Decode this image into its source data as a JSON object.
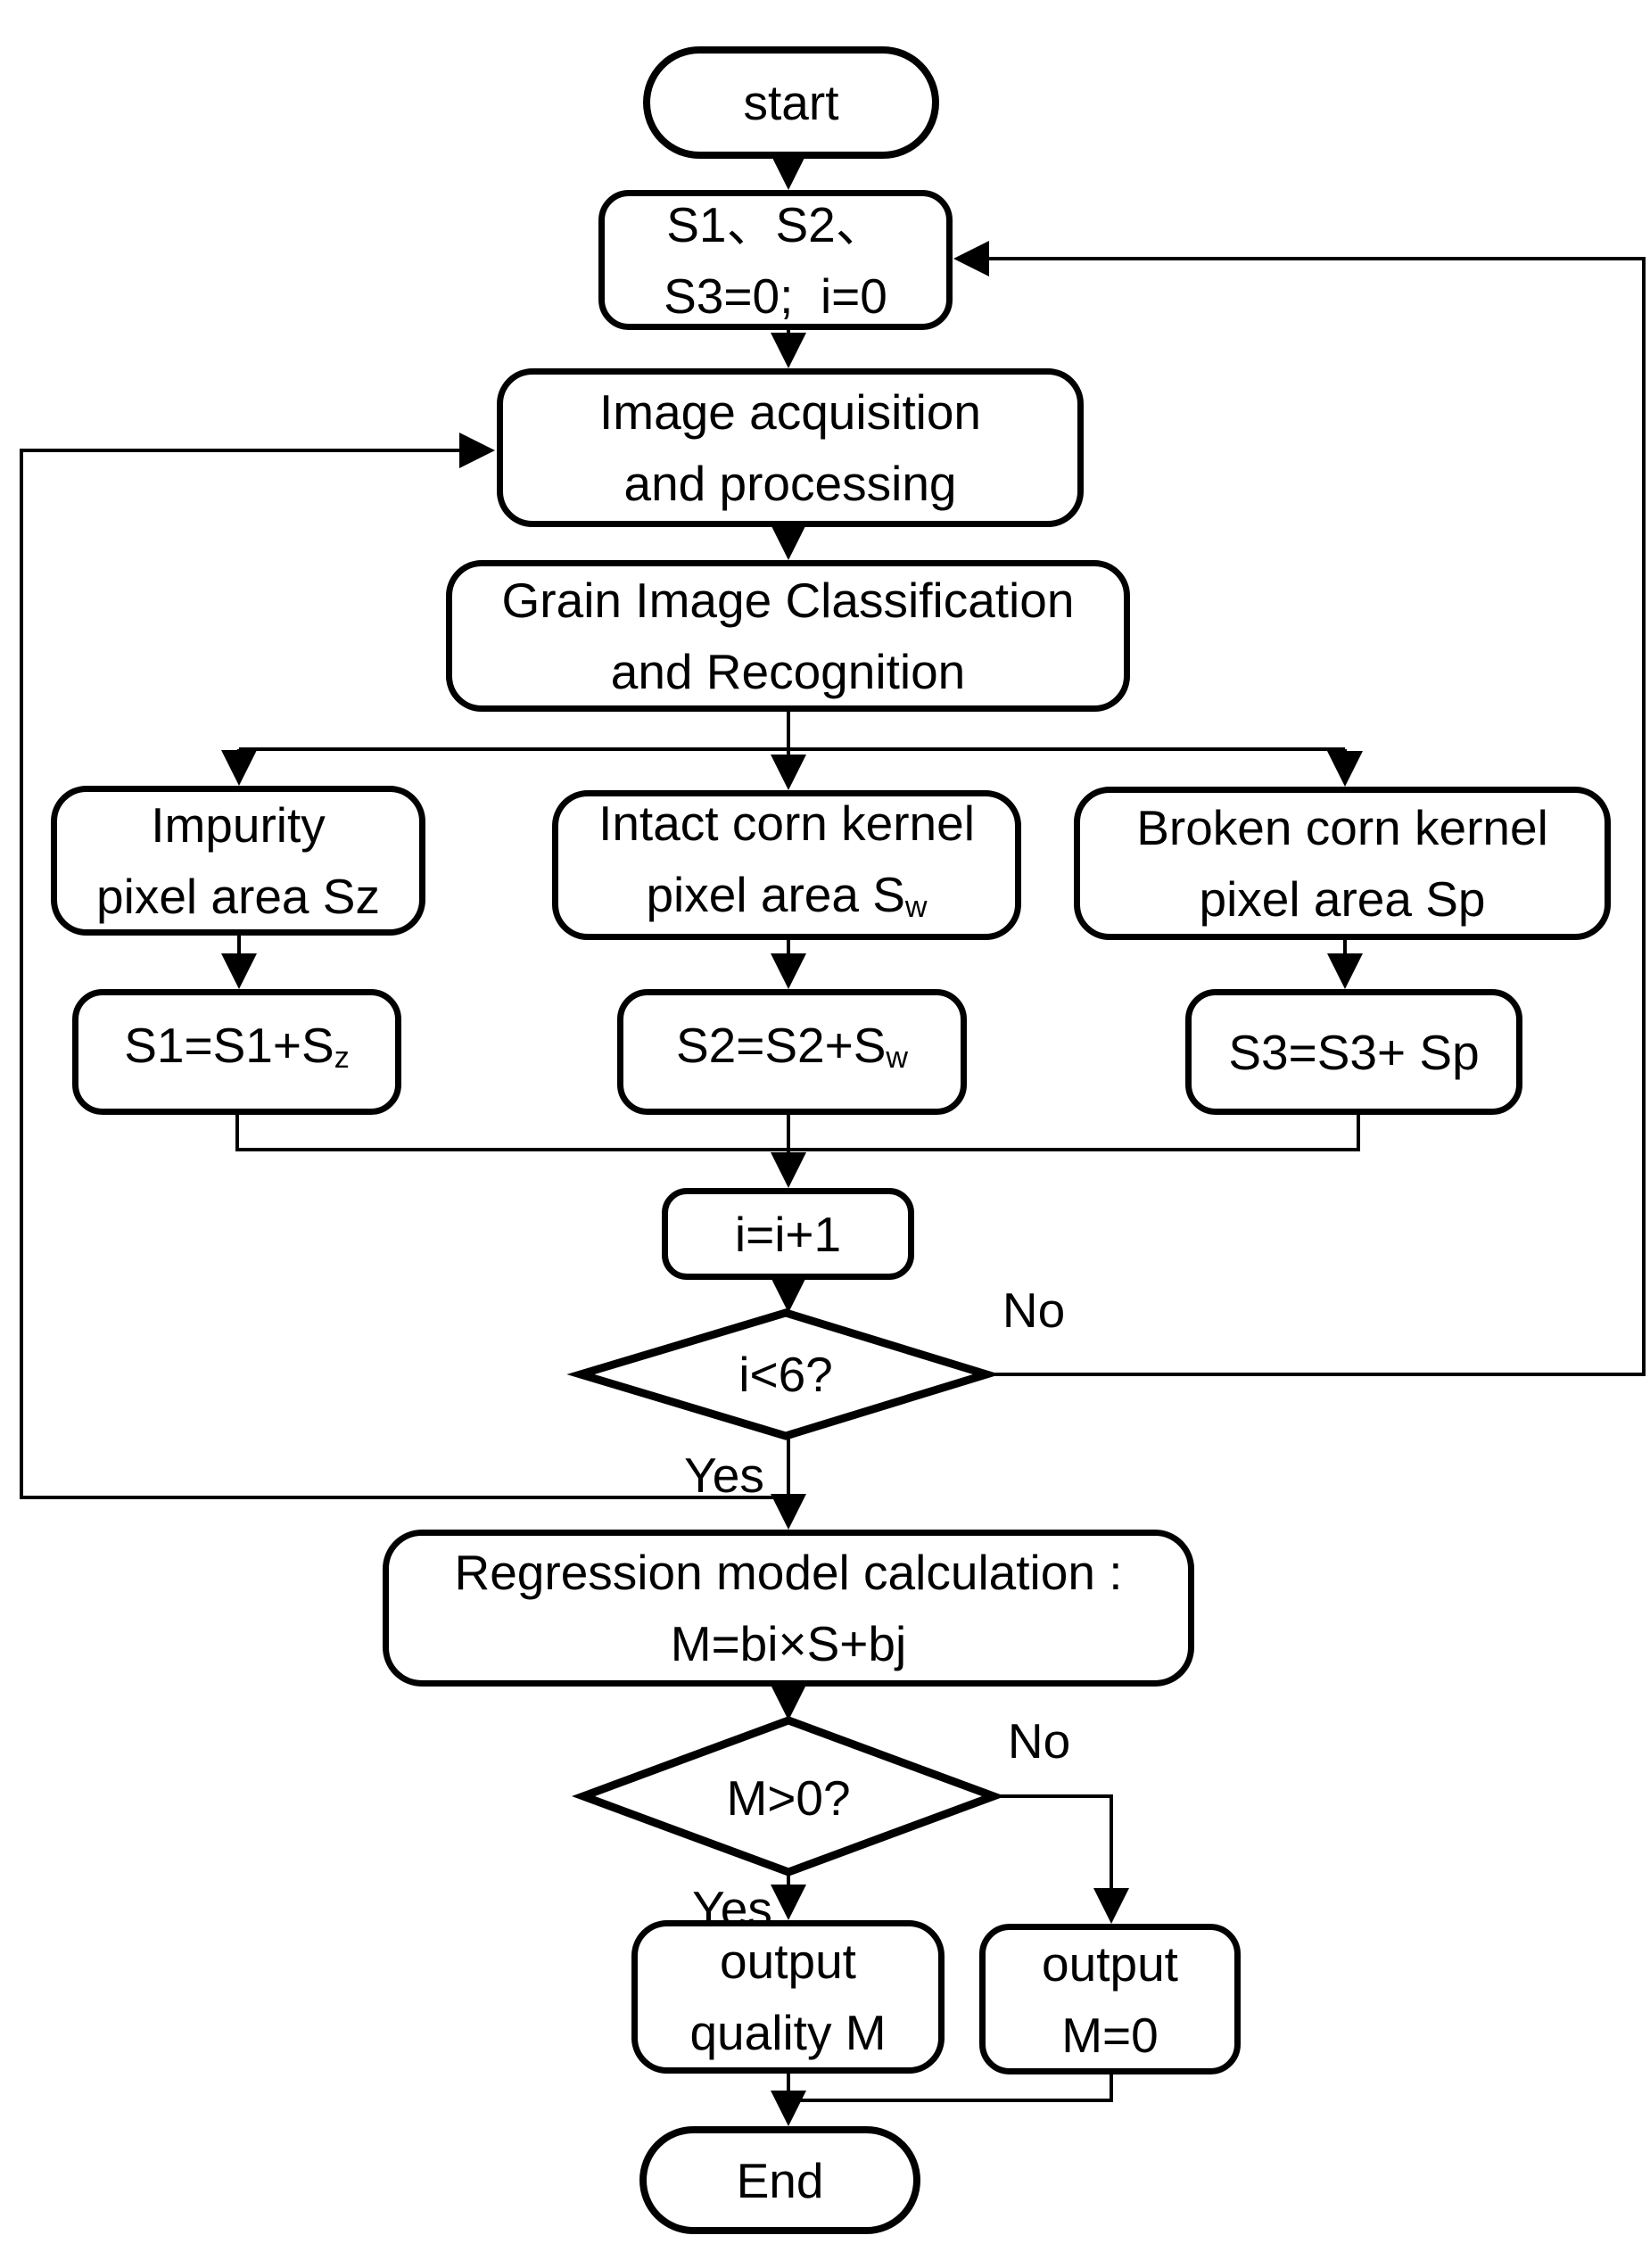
{
  "nodes": {
    "start": {
      "label": "start"
    },
    "init": {
      "line1": "S1、S2、",
      "line2": "S3=0;  i=0"
    },
    "acquire": {
      "line1": "Image acquisition",
      "line2": "and processing"
    },
    "classify": {
      "line1": "Grain Image Classification",
      "line2": "and Recognition"
    },
    "impurity": {
      "line1": "Impurity",
      "line2": "pixel area Sz"
    },
    "intact": {
      "line1": "Intact corn kernel",
      "line2_pre": "pixel area S",
      "line2_sub": "w"
    },
    "broken": {
      "line1": "Broken corn kernel",
      "line2": "pixel area Sp"
    },
    "sum1": {
      "pre": "S1=S1+S",
      "sub": "z"
    },
    "sum2": {
      "pre": "S2=S2+S",
      "sub": "w"
    },
    "sum3": {
      "label": "S3=S3+ Sp"
    },
    "increment": {
      "label": "i=i+1"
    },
    "loop_decision": {
      "label": "i<6?"
    },
    "regression": {
      "line1": "Regression model calculation :",
      "line2": "M=bi×S+bj"
    },
    "quality_decision": {
      "label": "M>0?"
    },
    "output_quality": {
      "line1": "output",
      "line2": "quality M"
    },
    "output_zero": {
      "line1": "output",
      "line2": "M=0"
    },
    "end": {
      "label": "End"
    }
  },
  "edge_labels": {
    "loop_no": "No",
    "loop_yes": "Yes",
    "quality_no": "No",
    "quality_yes": "Yes"
  },
  "colors": {
    "line": "#000000",
    "background": "#ffffff",
    "text": "#000000"
  }
}
